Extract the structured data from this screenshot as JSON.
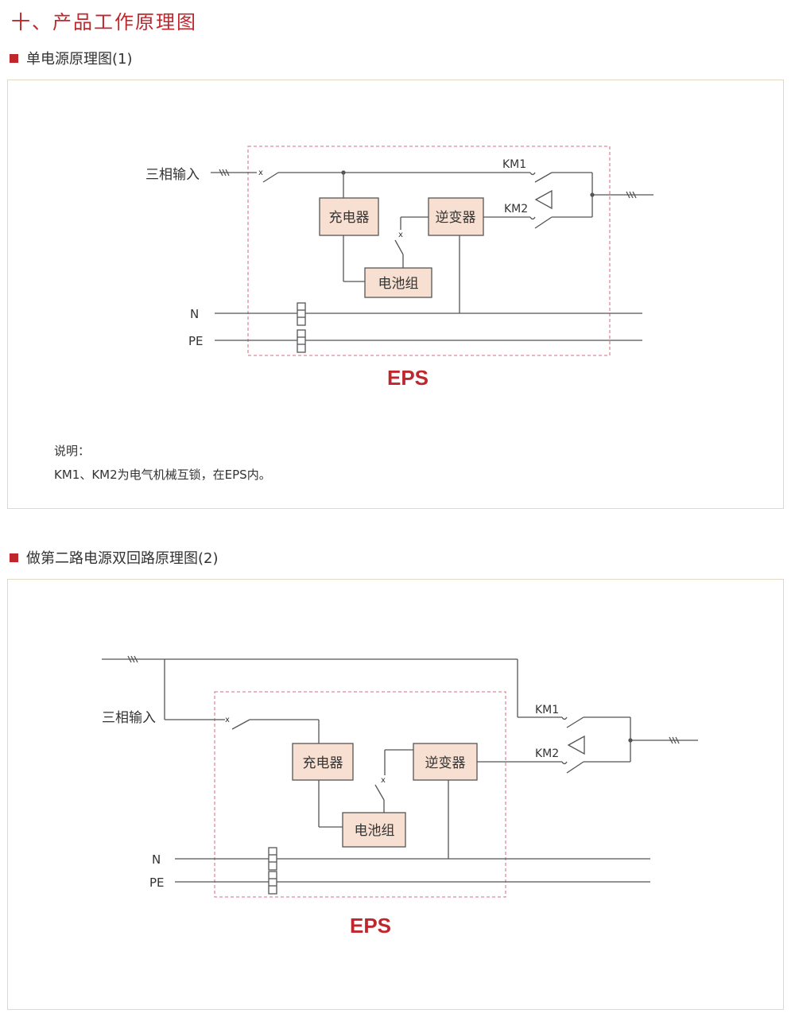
{
  "page": {
    "title": "十、产品工作原理图"
  },
  "section1": {
    "heading": "单电源原理图(1)",
    "diagram": {
      "input_label": "三相输入",
      "charger": "充电器",
      "inverter": "逆变器",
      "battery": "电池组",
      "km1": "KM1",
      "km2": "KM2",
      "n": "N",
      "pe": "PE",
      "eps": "EPS"
    },
    "note_title": "说明：",
    "note_text": "KM1、KM2为电气机械互锁，在EPS内。"
  },
  "section2": {
    "heading": "做第二路电源双回路原理图(2)",
    "diagram": {
      "input_label": "三相输入",
      "charger": "充电器",
      "inverter": "逆变器",
      "battery": "电池组",
      "km1": "KM1",
      "km2": "KM2",
      "n": "N",
      "pe": "PE",
      "eps": "EPS"
    }
  },
  "colors": {
    "accent": "#c0272d",
    "box_fill": "#f7e0d2",
    "box_stroke": "#555555",
    "panel_border": "#e3d8c3",
    "dashed_border": "#e08a9a"
  }
}
